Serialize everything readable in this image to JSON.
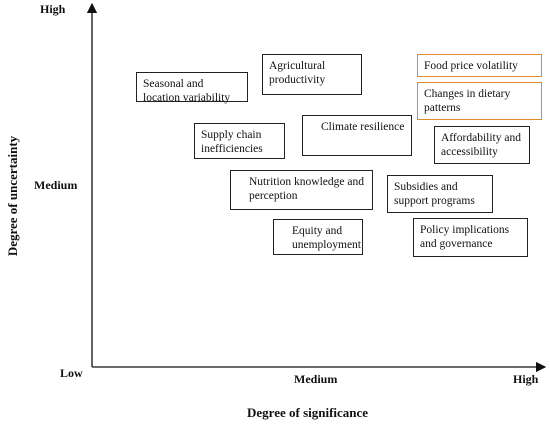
{
  "axes": {
    "y_title": "Degree of uncertainty",
    "x_title": "Degree of significance",
    "y_high": "High",
    "y_medium": "Medium",
    "origin_low": "Low",
    "x_medium": "Medium",
    "x_high": "High"
  },
  "factors": [
    {
      "label": "Seasonal and location variability"
    },
    {
      "label": "Agricultural productivity"
    },
    {
      "label": "Food price volatility"
    },
    {
      "label": "Changes in dietary patterns"
    },
    {
      "label": "Supply chain inefficiencies"
    },
    {
      "label": "Climate resilience"
    },
    {
      "label": "Affordability and accessibility"
    },
    {
      "label": "Nutrition knowledge and perception"
    },
    {
      "label": "Subsidies and support programs"
    },
    {
      "label": "Equity and unemployment"
    },
    {
      "label": "Policy implications and governance"
    }
  ],
  "colors": {
    "box_border": "#222222",
    "highlight_border": "#e08a2e",
    "axis": "#111111"
  }
}
